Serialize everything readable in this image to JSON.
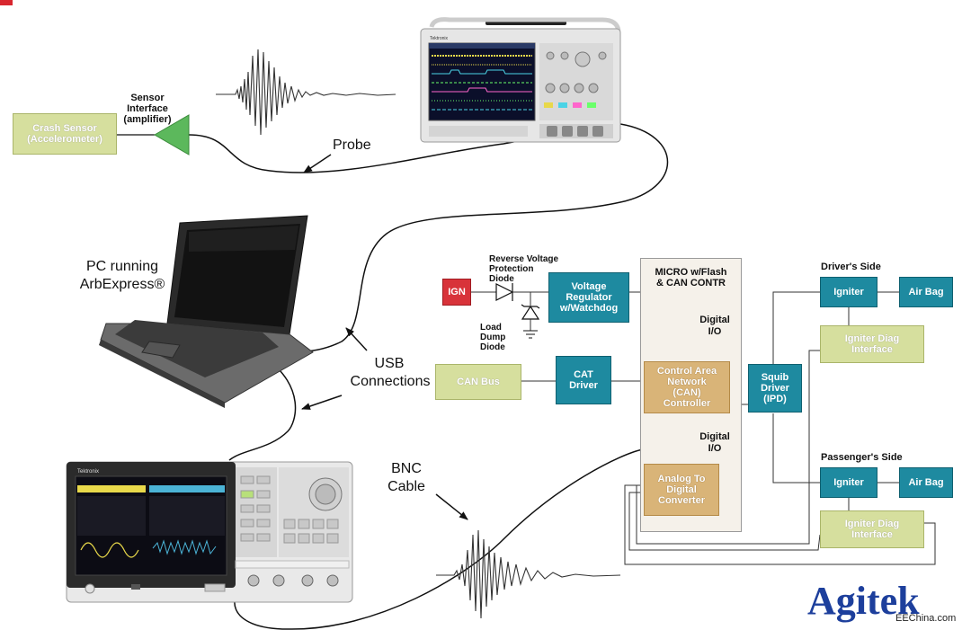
{
  "labels": {
    "sensor_interface": "Sensor Interface (amplifier)",
    "probe": "Probe",
    "pc_running": "PC running",
    "arbexpress": "ArbExpress®",
    "usb": "USB",
    "connections": "Connections",
    "bnc": "BNC",
    "cable": "Cable",
    "reverse_voltage": "Reverse Voltage",
    "protection": "Protection",
    "diode": "Diode",
    "load": "Load",
    "dump": "Dump",
    "diode2": "Diode",
    "micro_line1": "MICRO w/Flash",
    "micro_line2": "& CAN CONTR",
    "digital_io_top": "Digital",
    "io_top": "I/O",
    "digital_io_bottom": "Digital",
    "io_bottom": "I/O",
    "drivers_side": "Driver's Side",
    "passengers_side": "Passenger's Side"
  },
  "blocks": {
    "crash_sensor": [
      "Crash Sensor",
      "(Accelerometer)"
    ],
    "ign": [
      "IGN"
    ],
    "voltage_regulator": [
      "Voltage",
      "Regulator",
      "w/Watchdog"
    ],
    "can_bus": [
      "CAN Bus"
    ],
    "cat_driver": [
      "CAT",
      "Driver"
    ],
    "can_controller": [
      "Control Area",
      "Network",
      "(CAN)",
      "Controller"
    ],
    "adc": [
      "Analog To",
      "Digital",
      "Converter"
    ],
    "squib_driver": [
      "Squib",
      "Driver",
      "(IPD)"
    ],
    "igniter_top": [
      "Igniter"
    ],
    "airbag_top": [
      "Air Bag"
    ],
    "igniter_diag_top": [
      "Igniter Diag",
      "Interface"
    ],
    "igniter_bottom": [
      "Igniter"
    ],
    "airbag_bottom": [
      "Air Bag"
    ],
    "igniter_diag_bottom": [
      "Igniter Diag",
      "Interface"
    ]
  },
  "instruments": {
    "oscilloscope_brand": "Tektronix",
    "afg_brand": "Tektronix"
  },
  "logo": "Agitek",
  "watermark": "EEChina.com",
  "colors": {
    "teal": "#1e8aa0",
    "olive": "#d6df9e",
    "tan": "#d9b478",
    "red": "#d8333a",
    "logo_blue": "#1d3f9c"
  }
}
